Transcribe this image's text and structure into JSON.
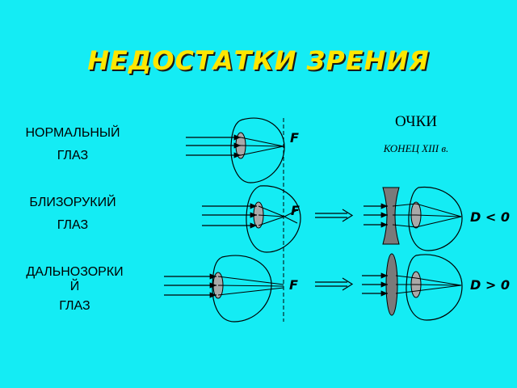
{
  "title": "НЕДОСТАТКИ ЗРЕНИЯ",
  "labels": {
    "normal_line1": "НОРМАЛЬНЫЙ",
    "normal_line2": "ГЛАЗ",
    "myopic_line1": "БЛИЗОРУКИЙ",
    "myopic_line2": "ГЛАЗ",
    "hyperopic_line1": "ДАЛЬНОЗОРКИ",
    "hyperopic_line1b": "Й",
    "hyperopic_line2": "ГЛАЗ"
  },
  "glasses": {
    "heading": "ОЧКИ",
    "subheading": "КОНЕЦ XIII в."
  },
  "focus_label": "F",
  "diopters": {
    "negative": "D < 0",
    "positive": "D > 0"
  },
  "colors": {
    "background": "#14ecf4",
    "title": "#ffe600",
    "lens": "#a9a9a9",
    "glasses_lens": "#7a7a7a"
  }
}
